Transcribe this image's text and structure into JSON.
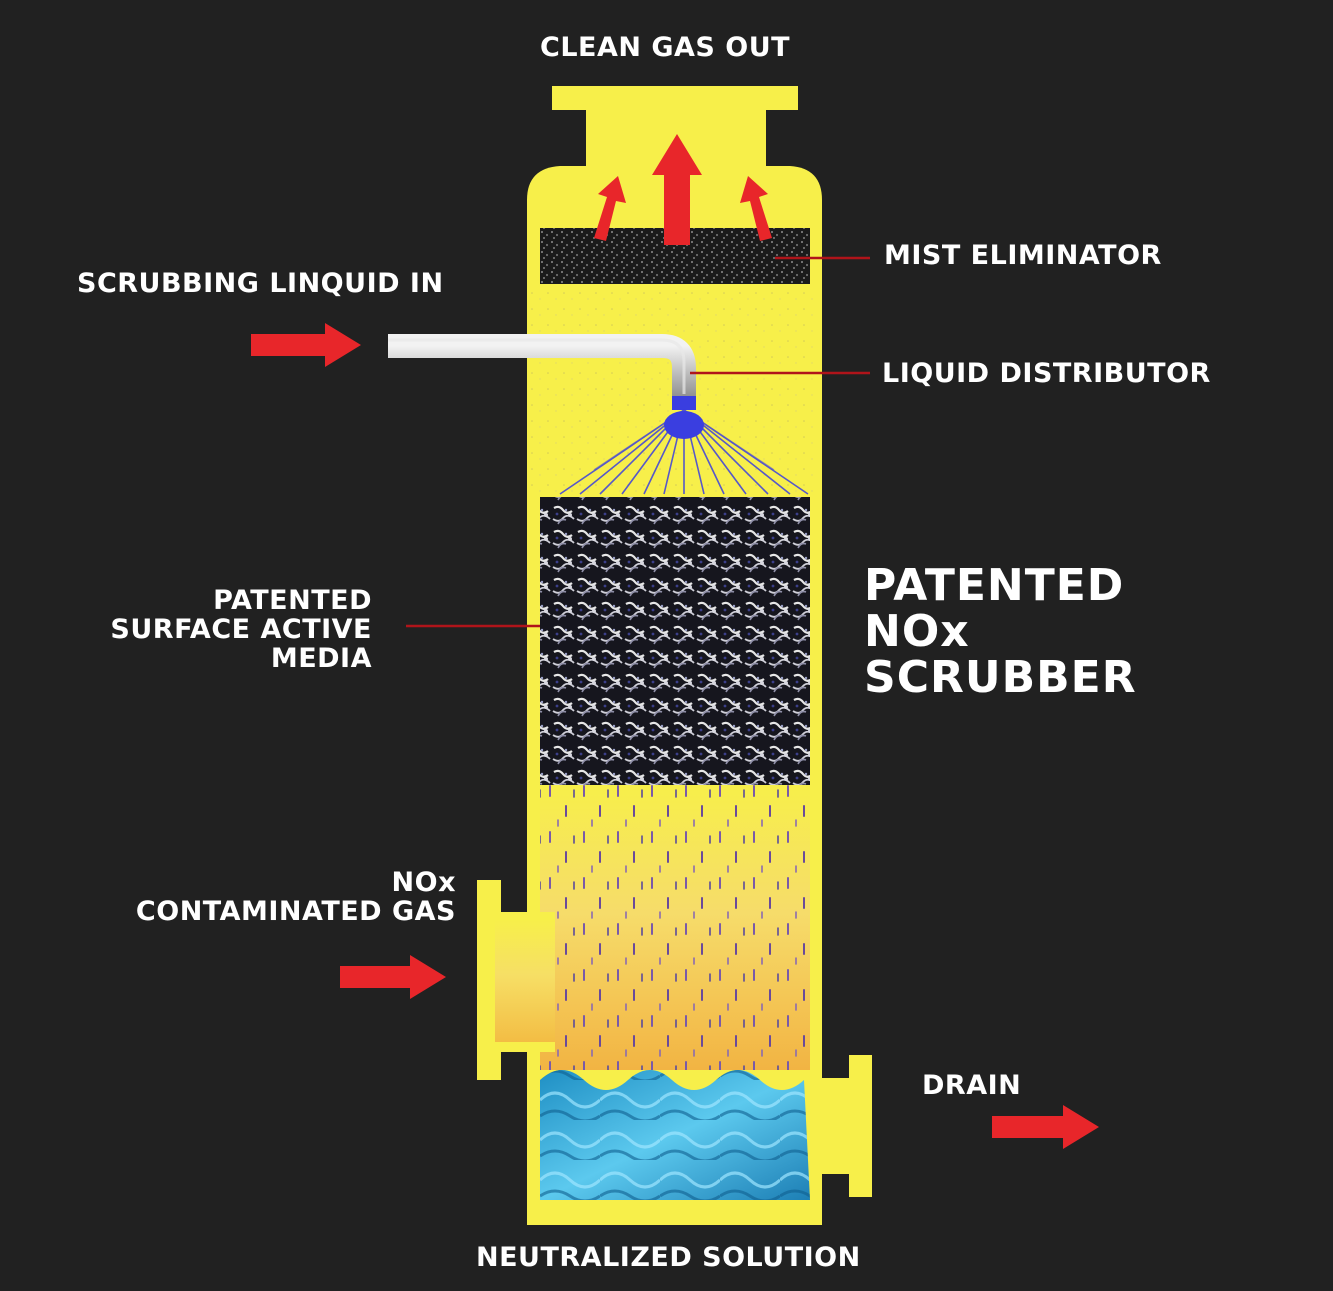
{
  "labels": {
    "clean_gas_out": "CLEAN GAS OUT",
    "mist_eliminator": "MIST ELIMINATOR",
    "scrubbing_liquid_in": "SCRUBBING LINQUID IN",
    "liquid_distributor": "LIQUID DISTRIBUTOR",
    "media_line1": "PATENTED",
    "media_line2": "SURFACE ACTIVE",
    "media_line3": "MEDIA",
    "title_line1": "PATENTED",
    "title_line2": "NOx",
    "title_line3": "SCRUBBER",
    "gas_line1": "NOx",
    "gas_line2": "CONTAMINATED GAS",
    "drain": "DRAIN",
    "neutralized_solution": "NEUTRALIZED SOLUTION"
  },
  "colors": {
    "background": "#212121",
    "vessel": "#f7ef4a",
    "arrow": "#e8262a",
    "leader_line": "#b0141a",
    "pipe": "#c9c9c9",
    "spray": "#3a3ee0",
    "liquid": "#2aa6d8",
    "text": "#ffffff"
  }
}
